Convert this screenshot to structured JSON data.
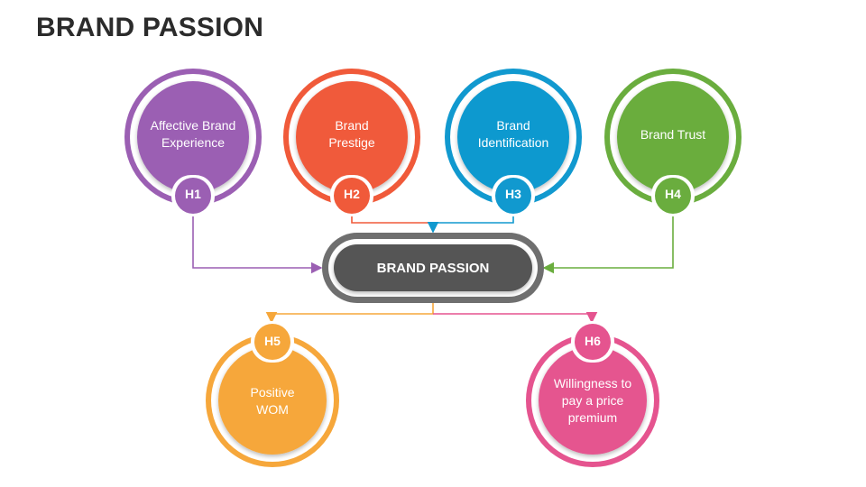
{
  "title": "BRAND PASSION",
  "hub": {
    "label": "BRAND PASSION"
  },
  "colors": {
    "purple": "#9b5fb3",
    "orange_red": "#f05a3a",
    "blue": "#1199cf",
    "green": "#6aad3e",
    "orange": "#f6a73b",
    "pink": "#e5548f",
    "hub_fill": "#555555",
    "hub_ring": "#6f6f6f"
  },
  "nodes": [
    {
      "id": "H1",
      "tag": "H1",
      "lines": [
        "Affective Brand",
        "Experience"
      ],
      "color": "#9b5fb3"
    },
    {
      "id": "H2",
      "tag": "H2",
      "lines": [
        "Brand",
        "Prestige"
      ],
      "color": "#f05a3a"
    },
    {
      "id": "H3",
      "tag": "H3",
      "lines": [
        "Brand",
        "Identification"
      ],
      "color": "#1199cf"
    },
    {
      "id": "H4",
      "tag": "H4",
      "lines": [
        "Brand Trust"
      ],
      "color": "#6aad3e"
    },
    {
      "id": "H5",
      "tag": "H5",
      "lines": [
        "Positive",
        "WOM"
      ],
      "color": "#f6a73b"
    },
    {
      "id": "H6",
      "tag": "H6",
      "lines": [
        "Willingness to",
        "pay a price",
        "premium"
      ],
      "color": "#e5548f"
    }
  ]
}
